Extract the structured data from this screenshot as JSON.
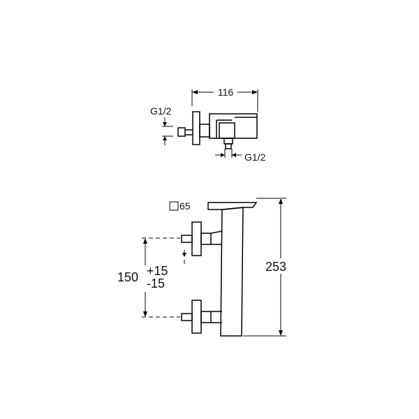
{
  "top_view": {
    "width_dim": "116",
    "inlet_thread_left": "G1/2",
    "outlet_thread_bottom": "G1/2"
  },
  "front_view": {
    "square_symbol": "□",
    "square_size": "65",
    "center_distance": "150",
    "tolerance_plus": "+15",
    "tolerance_minus": "-15",
    "height_dim": "253"
  }
}
